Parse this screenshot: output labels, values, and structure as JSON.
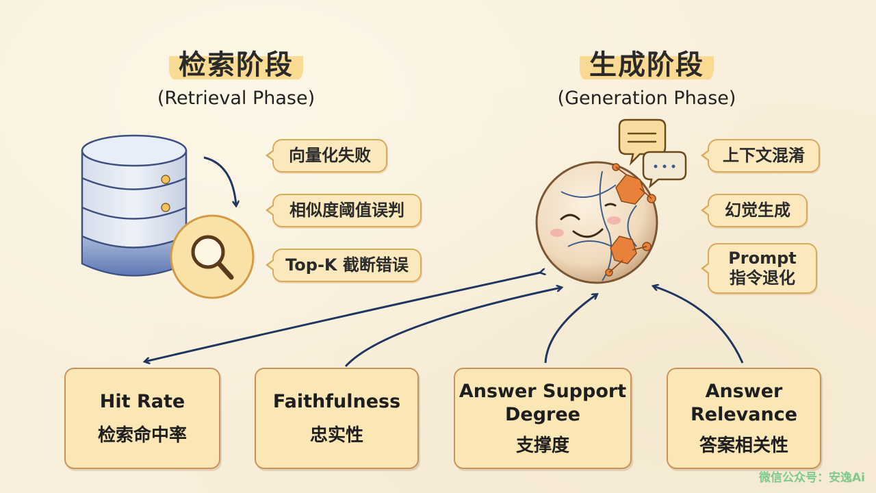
{
  "retrieval_phase": {
    "title_zh": "检索阶段",
    "title_en": "(Retrieval Phase)",
    "issues": [
      "向量化失败",
      "相似度阈值误判",
      "Top-K 截断错误"
    ]
  },
  "generation_phase": {
    "title_zh": "生成阶段",
    "title_en": "(Generation Phase)",
    "issues": [
      "上下文混淆",
      "幻觉生成",
      "Prompt",
      "指令退化"
    ]
  },
  "metrics": [
    {
      "en": "Hit Rate",
      "en2": "",
      "zh": "检索命中率"
    },
    {
      "en": "Faithfulness",
      "en2": "",
      "zh": "忠实性"
    },
    {
      "en": "Answer Support",
      "en2": "Degree",
      "zh": "支撑度"
    },
    {
      "en": "Answer",
      "en2": "Relevance",
      "zh": "答案相关性"
    }
  ],
  "watermark": "微信公众号：安逸Ai",
  "icons": {
    "database": "database-icon",
    "search": "magnifier-icon",
    "brain": "brain-sphere-icon",
    "chat": "speech-bubble-icon"
  },
  "colors": {
    "accent": "#d9a95d",
    "tag_fill": "#fbe9bd",
    "arrow": "#1f3660",
    "node": "#e8823a"
  }
}
